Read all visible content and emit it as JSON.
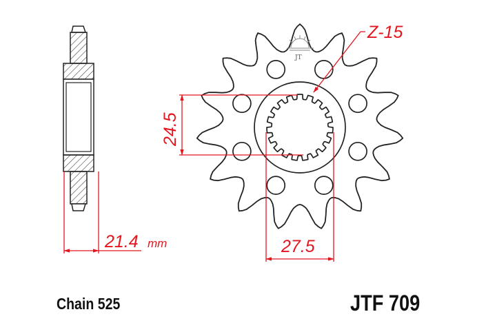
{
  "drawing": {
    "title": "Front sprocket technical drawing",
    "colors": {
      "outline": "#222222",
      "dimension": "#e3161f",
      "hatch": "#333333",
      "background": "#ffffff"
    },
    "side_view": {
      "width_dimension": "21.4",
      "width_unit": "mm"
    },
    "front_view": {
      "teeth_label": "Z-15",
      "teeth_count": 15,
      "bore_height_dimension": "24.5",
      "bore_width_dimension": "27.5",
      "bolt_holes": 8,
      "logo_text": "JT"
    }
  },
  "footer": {
    "chain": "Chain 525",
    "part_number": "JTF 709"
  }
}
